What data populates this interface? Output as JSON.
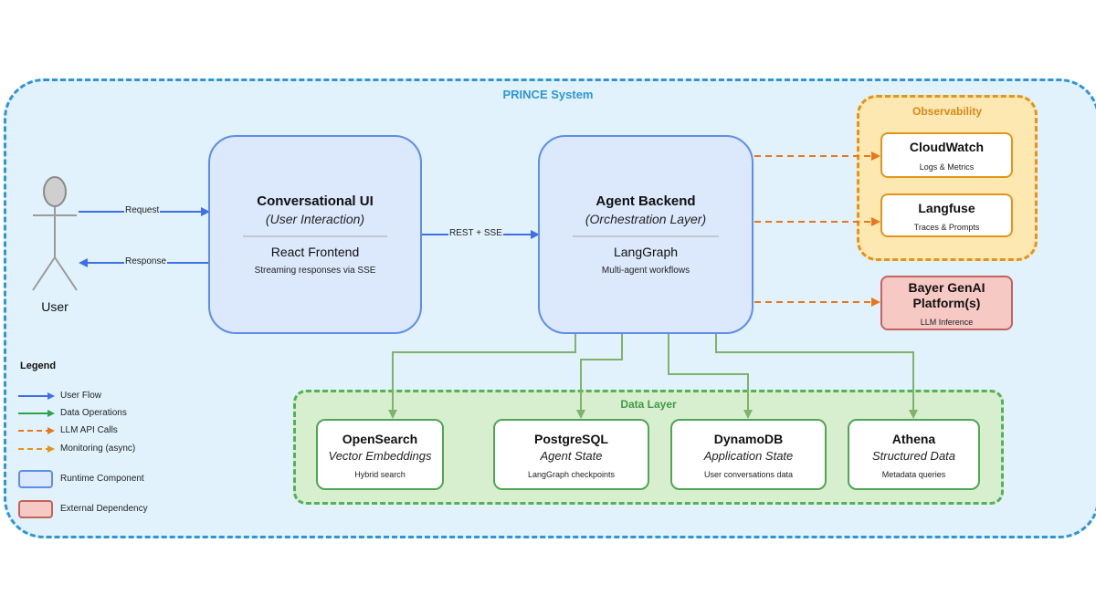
{
  "system": {
    "title": "PRINCE System"
  },
  "user": {
    "label": "User"
  },
  "flows": {
    "request": "Request",
    "response": "Response",
    "rest_sse": "REST + SSE"
  },
  "conversational_ui": {
    "title": "Conversational UI",
    "subtitle": "(User Interaction)",
    "tech": "React Frontend",
    "note": "Streaming responses via SSE"
  },
  "agent_backend": {
    "title": "Agent Backend",
    "subtitle": "(Orchestration Layer)",
    "tech": "LangGraph",
    "note": "Multi-agent workflows"
  },
  "observability": {
    "title": "Observability",
    "items": [
      {
        "title": "CloudWatch",
        "note": "Logs & Metrics"
      },
      {
        "title": "Langfuse",
        "note": "Traces & Prompts"
      }
    ]
  },
  "external": {
    "title_line1": "Bayer GenAI",
    "title_line2": "Platform(s)",
    "note": "LLM Inference"
  },
  "data_layer": {
    "title": "Data Layer",
    "stores": [
      {
        "title": "OpenSearch",
        "subtitle": "Vector Embeddings",
        "note": "Hybrid search"
      },
      {
        "title": "PostgreSQL",
        "subtitle": "Agent State",
        "note": "LangGraph checkpoints"
      },
      {
        "title": "DynamoDB",
        "subtitle": "Application State",
        "note": "User conversations data"
      },
      {
        "title": "Athena",
        "subtitle": "Structured Data",
        "note": "Metadata queries"
      }
    ]
  },
  "legend": {
    "title": "Legend",
    "items": [
      "User Flow",
      "Data Operations",
      "LLM API Calls",
      "Monitoring (async)",
      "Runtime Component",
      "External Dependency"
    ]
  },
  "colors": {
    "user_flow": "#3f6fe6",
    "data_ops": "#2ea34a",
    "data_edges": "#7fb26a",
    "llm_calls": "#e8761a",
    "monitoring": "#e3941a",
    "runtime_fill": "#dce8fc",
    "runtime_border": "#5d8ee8",
    "external_fill": "#f6c9c4",
    "external_border": "#c4635b"
  }
}
